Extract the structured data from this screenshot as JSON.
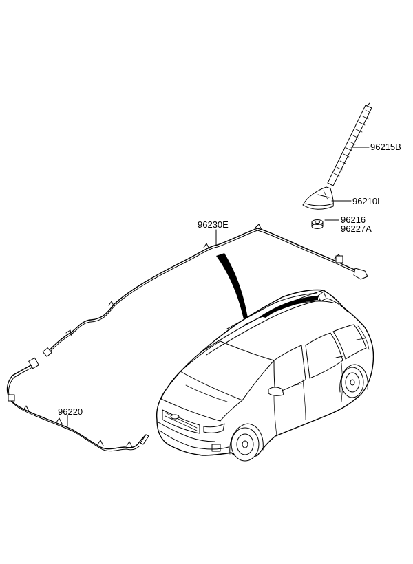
{
  "parts": {
    "antenna_pole": "96215B",
    "antenna_base": "96210L",
    "nut": "96216",
    "pad": "96227A",
    "roof_cable": "96230E",
    "main_feeder_cable": "96220"
  }
}
